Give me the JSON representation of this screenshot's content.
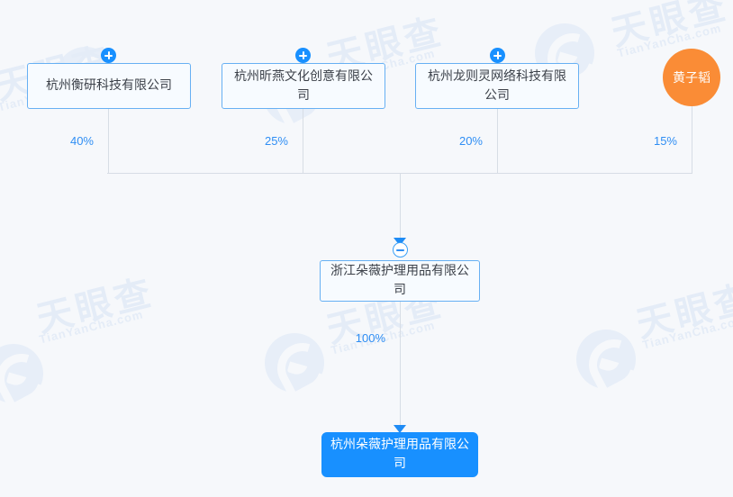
{
  "chart": {
    "type": "org-equity-tree",
    "watermark": {
      "cn": "天眼查",
      "en": "TianYanCha.com"
    },
    "shareholders": [
      {
        "name": "杭州衡研科技有限公司",
        "percent": "40%",
        "kind": "company",
        "badge": "plus-icon"
      },
      {
        "name": "杭州昕燕文化创意有限公司",
        "percent": "25%",
        "kind": "company",
        "badge": "plus-icon"
      },
      {
        "name": "杭州龙则灵网络科技有限公司",
        "percent": "20%",
        "kind": "company",
        "badge": "plus-icon"
      },
      {
        "name": "黄子韬",
        "percent": "15%",
        "kind": "person",
        "badge": "none"
      }
    ],
    "center": {
      "name": "浙江朵薇护理用品有限公司",
      "badge": "minus-icon",
      "percent_to_child": "100%"
    },
    "subsidiary": {
      "name": "杭州朵薇护理用品有限公司",
      "highlighted": true
    },
    "colors": {
      "accent": "#1890ff",
      "person": "#fa8c36",
      "node_border": "#67b0f3",
      "node_fill": "#f7fbff",
      "line": "#d7dde5",
      "percent_text": "#2f8ef4",
      "background": "#f6f8fb"
    }
  }
}
